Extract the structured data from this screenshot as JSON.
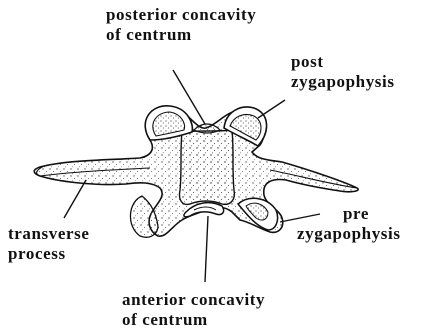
{
  "labels": {
    "posterior_concavity": {
      "line1": "posterior concavity",
      "line2": "of centrum"
    },
    "post_zygapophysis": {
      "line1": "post",
      "line2": "zygapophysis"
    },
    "transverse_process": {
      "line1": "transverse",
      "line2": "process"
    },
    "pre_zygapophysis": {
      "line1": "pre",
      "line2": "zygapophysis"
    },
    "anterior_concavity": {
      "line1": "anterior concavity",
      "line2": "of centrum"
    }
  },
  "colors": {
    "ink": "#111111",
    "stipple": "#555555",
    "background": "#ffffff"
  }
}
